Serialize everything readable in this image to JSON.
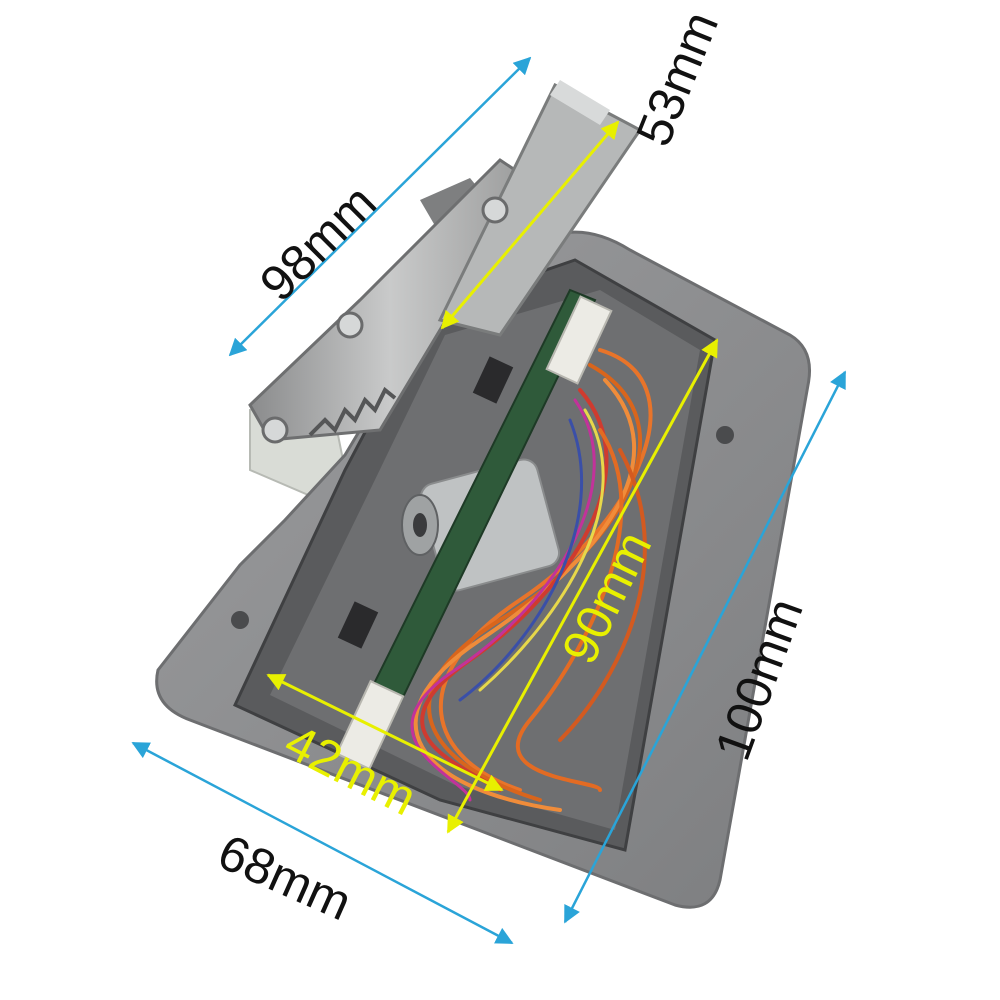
{
  "photo": {
    "subject": "pedal-switch-assembly"
  },
  "dimensions": {
    "d98": "98mm",
    "d53": "53mm",
    "d100": "100mm",
    "d90": "90mm",
    "d42": "42mm",
    "d68": "68mm"
  },
  "colors": {
    "blue_arrow": "#2aa4d8",
    "yellow_arrow": "#e8f000",
    "label_black": "#111111",
    "plate_gray": "#8c8d8f",
    "pcb_green": "#2f5a3a",
    "wire_orange": "#e8742a"
  }
}
